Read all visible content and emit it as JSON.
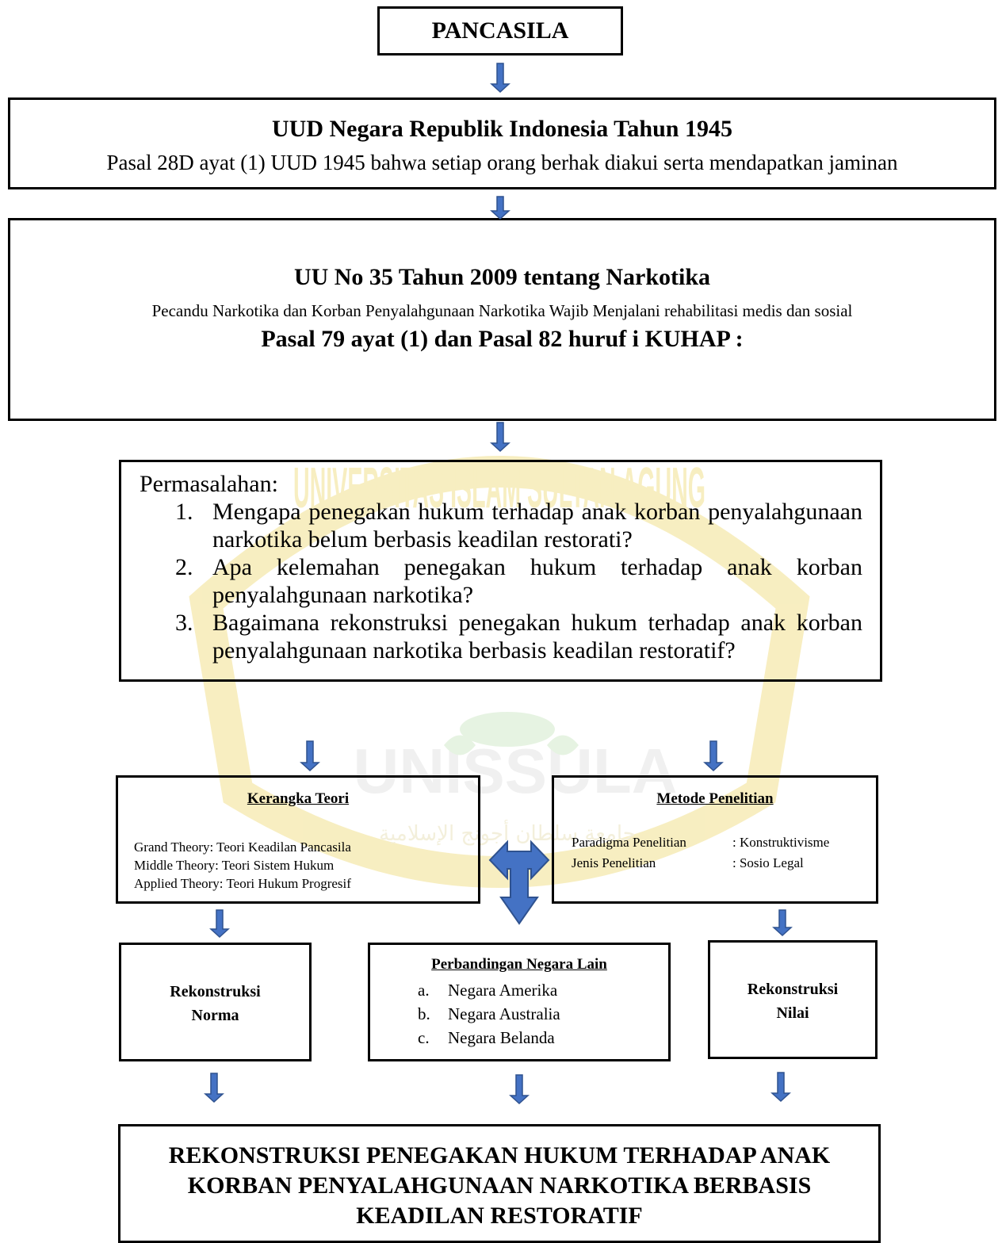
{
  "pancasila": "PANCASILA",
  "uud": {
    "title": "UUD Negara Republik Indonesia Tahun 1945",
    "text": "Pasal 28D ayat (1) UUD 1945 bahwa setiap orang berhak diakui serta mendapatkan jaminan"
  },
  "uu": {
    "title": "UU No 35 Tahun 2009 tentang Narkotika",
    "text": "Pecandu Narkotika dan Korban Penyalahgunaan Narkotika Wajib Menjalani rehabilitasi medis dan sosial",
    "pasal": "Pasal 79 ayat (1) dan Pasal 82 huruf i KUHAP :"
  },
  "problem": {
    "heading": "Permasalahan:",
    "items": [
      {
        "num": "1.",
        "text": "Mengapa penegakan hukum terhadap anak korban penyalahgunaan narkotika belum berbasis keadilan restorati?"
      },
      {
        "num": "2.",
        "text": "Apa kelemahan penegakan hukum terhadap anak korban penyalahgunaan narkotika?"
      },
      {
        "num": "3.",
        "text": "Bagaimana rekonstruksi penegakan hukum terhadap anak korban penyalahgunaan narkotika berbasis keadilan restoratif?"
      }
    ]
  },
  "teori": {
    "heading": "Kerangka Teori",
    "grand": "Grand Theory: Teori Keadilan Pancasila",
    "middle": "Middle Theory: Teori Sistem Hukum",
    "applied": "Applied Theory: Teori Hukum Progresif"
  },
  "metode": {
    "heading": "Metode Penelitian",
    "rows": [
      {
        "label": "Paradigma Penelitian",
        "value": ": Konstruktivisme"
      },
      {
        "label": "Jenis Penelitian",
        "value": ": Sosio Legal"
      }
    ]
  },
  "norma": {
    "line1": "Rekonstruksi",
    "line2": "Norma"
  },
  "banding": {
    "heading": "Perbandingan Negara Lain",
    "items": [
      {
        "mark": "a.",
        "text": "Negara Amerika"
      },
      {
        "mark": "b.",
        "text": "Negara Australia"
      },
      {
        "mark": "c.",
        "text": "Negara Belanda"
      }
    ]
  },
  "nilai": {
    "line1": "Rekonstruksi",
    "line2": "Nilai"
  },
  "final": {
    "line1": "REKONSTRUKSI PENEGAKAN HUKUM TERHADAP ANAK",
    "line2": "KORBAN PENYALAHGUNAAN NARKOTIKA BERBASIS",
    "line3": "KEADILAN RESTORATIF"
  },
  "watermark": {
    "text1": "UNIVERSITAS ISLAM SULTAN AGUNG",
    "text2": "UNISSULA",
    "text3": "جامعة سلطان أجونج الإسلامية"
  },
  "colors": {
    "arrow_fill": "#4472c4",
    "arrow_stroke": "#2f528f",
    "border": "#000000",
    "watermark": "#f5e9a6"
  }
}
